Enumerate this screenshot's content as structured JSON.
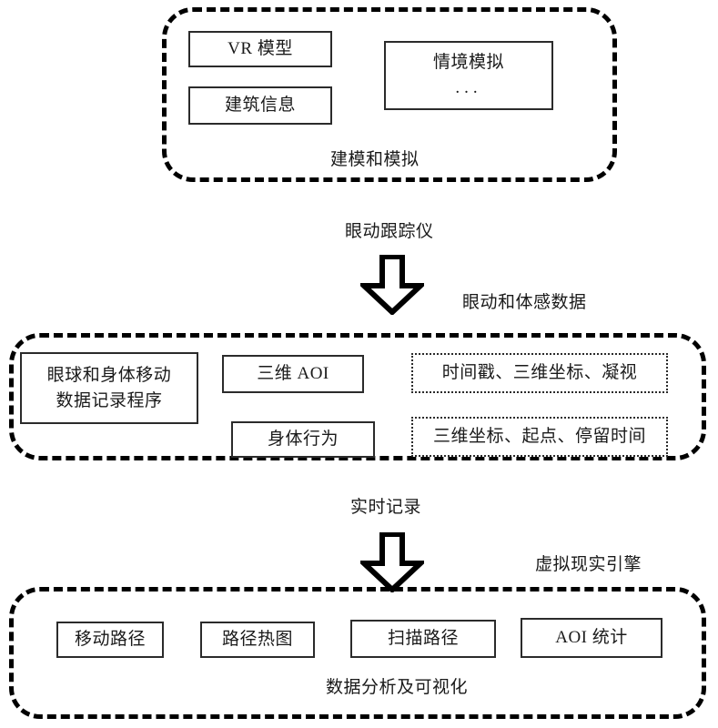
{
  "diagram": {
    "title_visible": false,
    "colors": {
      "stroke": "#000000",
      "box_stroke": "#2b2b2b",
      "text": "#1a1a1a",
      "background": "#ffffff"
    },
    "groups": [
      {
        "id": "modeling-simulation",
        "caption": "建模和模拟",
        "nodes": [
          {
            "id": "vr-model",
            "label": "VR 模型",
            "border": "solid"
          },
          {
            "id": "building-info",
            "label": "建筑信息",
            "border": "solid"
          },
          {
            "id": "scenario-simulation",
            "label": "情境模拟",
            "sub_label": "...",
            "border": "solid"
          }
        ]
      },
      {
        "id": "data-recording",
        "caption": "",
        "nodes": [
          {
            "id": "eye-body-movement-recorder",
            "label_line1": "眼球和身体移动",
            "label_line2": "数据记录程序",
            "border": "solid"
          },
          {
            "id": "three-dimensional-aoi",
            "label": "三维 AOI",
            "border": "solid"
          },
          {
            "id": "body-behavior",
            "label": "身体行为",
            "border": "solid"
          },
          {
            "id": "timestamp-coords-gaze",
            "label": "时间戳、三维坐标、凝视",
            "border": "dotted"
          },
          {
            "id": "coords-origin-dwell",
            "label": "三维坐标、起点、停留时间",
            "border": "dotted"
          }
        ]
      },
      {
        "id": "analysis-visualization",
        "caption": "数据分析及可视化",
        "nodes": [
          {
            "id": "movement-path",
            "label": "移动路径",
            "border": "solid"
          },
          {
            "id": "path-heatmap",
            "label": "路径热图",
            "border": "solid"
          },
          {
            "id": "scan-path",
            "label": "扫描路径",
            "border": "solid"
          },
          {
            "id": "aoi-statistics",
            "label": "AOI 统计",
            "border": "solid"
          }
        ]
      }
    ],
    "flow_labels": {
      "eye_tracker": "眼动跟踪仪",
      "eye_and_body_data": "眼动和体感数据",
      "realtime_recording": "实时记录",
      "vr_engine": "虚拟现实引擎"
    },
    "arrows": [
      {
        "id": "arrow-top",
        "direction": "down"
      },
      {
        "id": "arrow-bottom",
        "direction": "down"
      }
    ]
  }
}
